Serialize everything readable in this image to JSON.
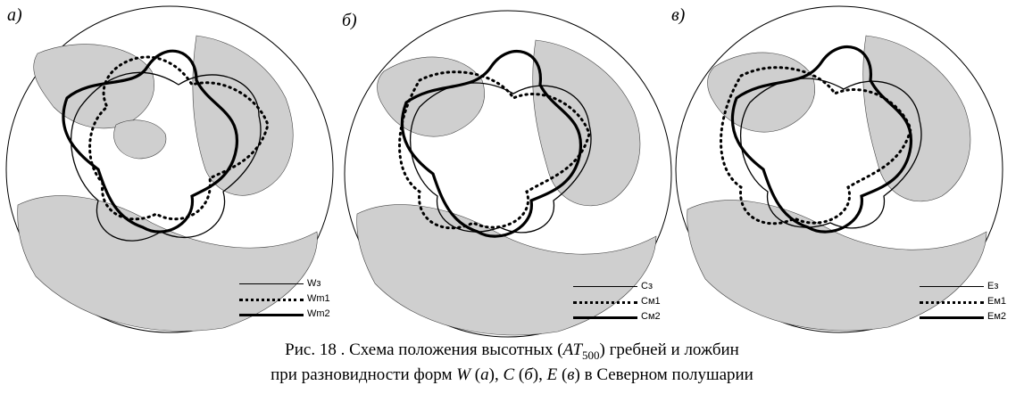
{
  "panels": [
    {
      "label": "а)",
      "legend": [
        "Wз",
        "Wm1",
        "Wm2"
      ]
    },
    {
      "label": "б)",
      "legend": [
        "Сз",
        "См1",
        "См2"
      ]
    },
    {
      "label": "в)",
      "legend": [
        "Ез",
        "Ем1",
        "Ем2"
      ]
    }
  ],
  "caption": {
    "line1_a": "Рис. 18 . Схема положения высотных (",
    "line1_at": "АТ",
    "line1_sub": "500",
    "line1_b": ") гребней и ложбин",
    "line2_a": "при разновидности форм ",
    "form_w": "W",
    "panel_a": "а",
    "form_c": "C",
    "panel_b": "б",
    "form_e": "E",
    "panel_c": "в",
    "line2_end": " в Северном полушарии"
  }
}
